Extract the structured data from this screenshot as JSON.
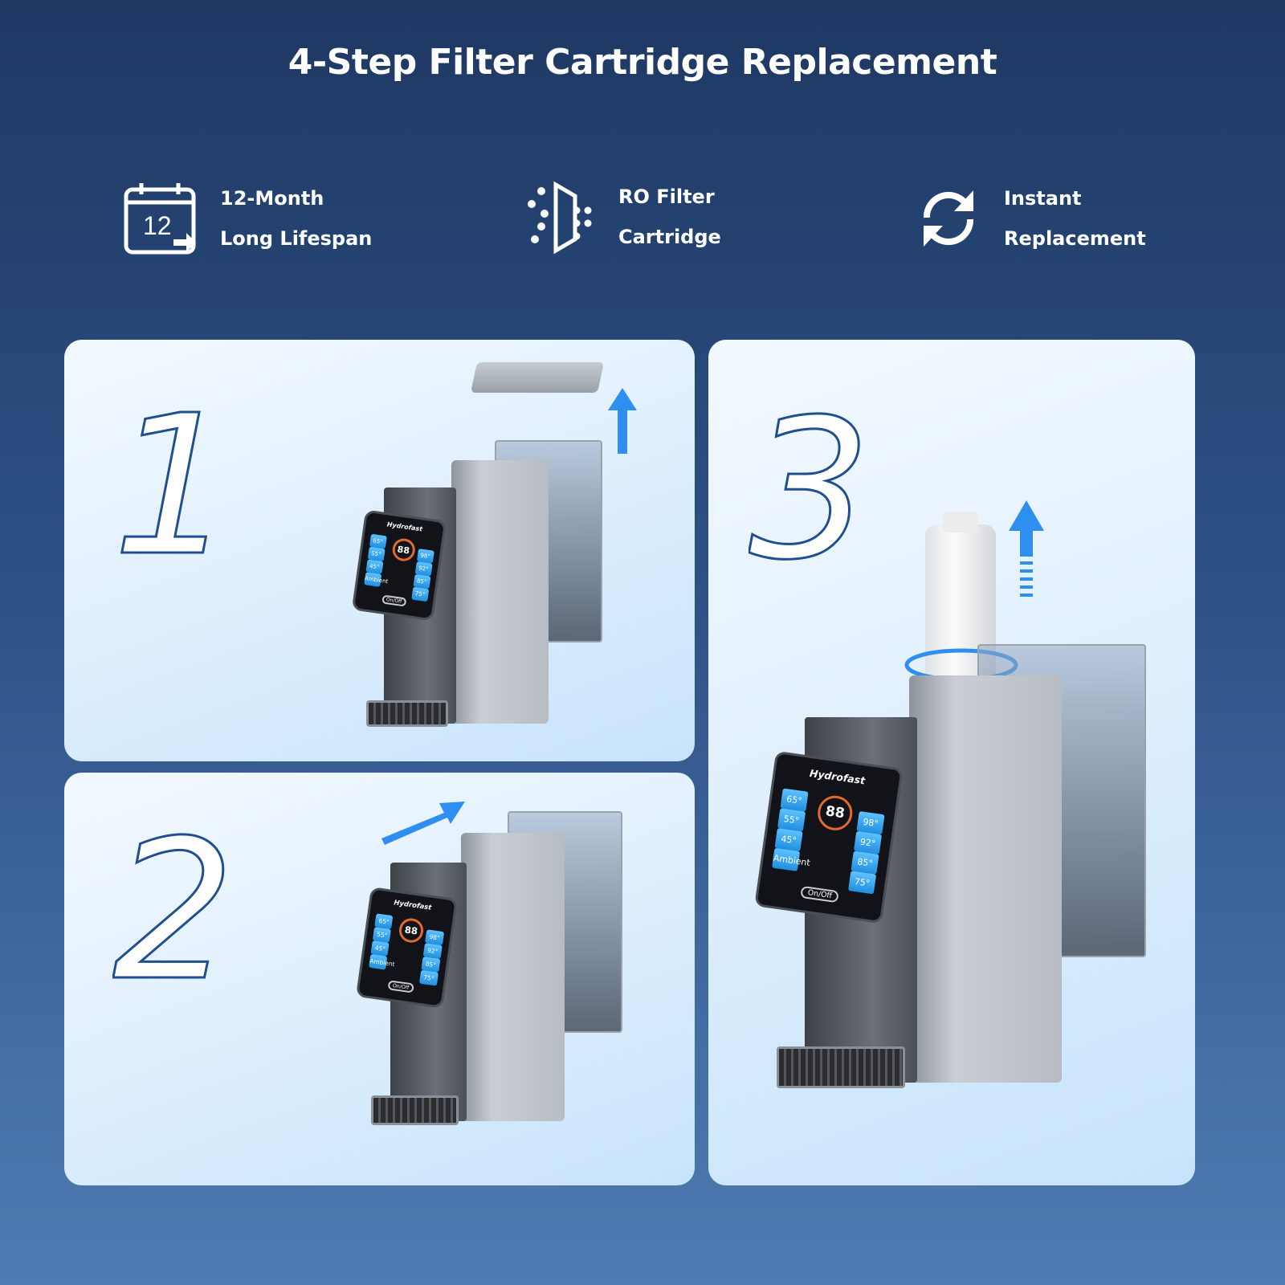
{
  "title": "4-Step Filter Cartridge Replacement",
  "features": [
    {
      "icon": "calendar-icon",
      "icon_text": "12",
      "line1": "12-Month",
      "line2": "Long Lifespan"
    },
    {
      "icon": "filter-icon",
      "line1": "RO Filter",
      "line2": "Cartridge"
    },
    {
      "icon": "refresh-icon",
      "line1": "Instant",
      "line2": "Replacement"
    }
  ],
  "steps": [
    {
      "number": "1"
    },
    {
      "number": "2"
    },
    {
      "number": "3"
    }
  ],
  "device": {
    "brand": "Hydrofast",
    "left_buttons": [
      "65°",
      "55°",
      "45°",
      "Ambient"
    ],
    "right_buttons": [
      "98°",
      "92°",
      "85°",
      "75°"
    ],
    "temp_display": "88",
    "onoff": "On/Off"
  },
  "colors": {
    "accent": "#2f8ff0",
    "number_stroke": "#1f4f8f"
  }
}
